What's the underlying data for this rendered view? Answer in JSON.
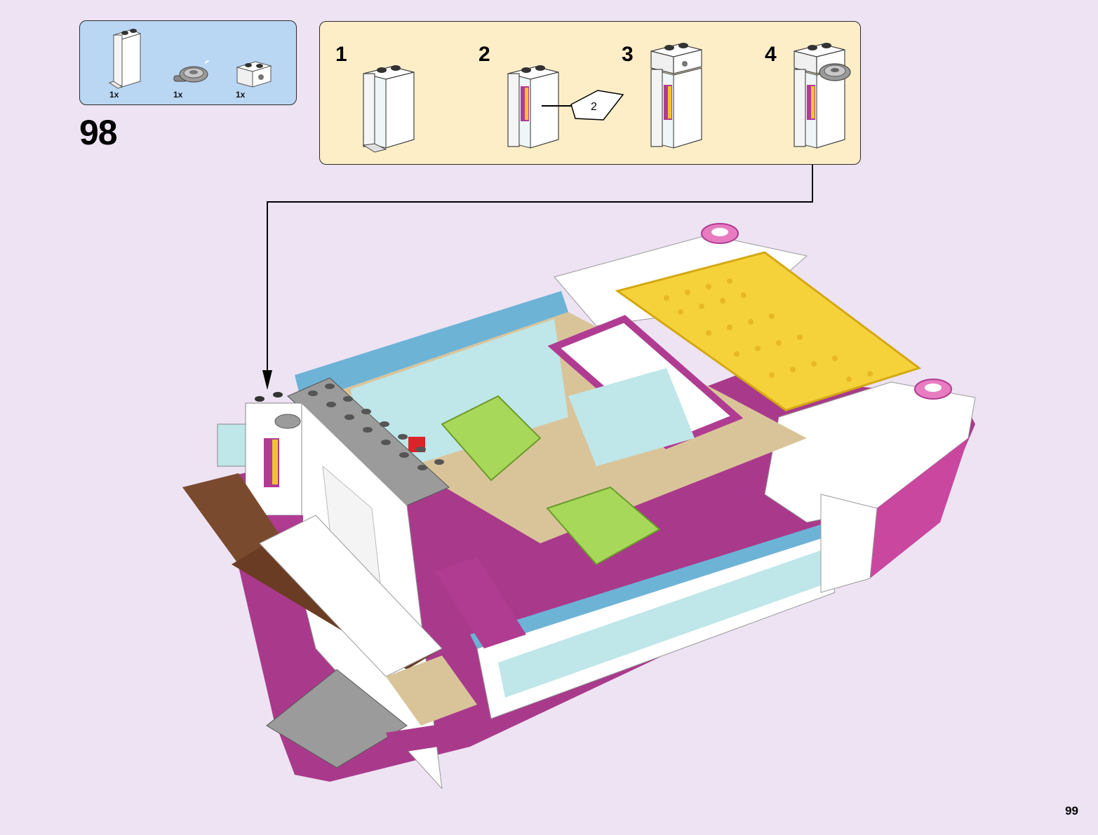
{
  "step": {
    "number": "98"
  },
  "parts": [
    {
      "icon": "white-1x1x3-panel-icon",
      "qty": "1x"
    },
    {
      "icon": "grey-round-dish-icon",
      "qty": "1x"
    },
    {
      "icon": "white-printed-brick-icon",
      "qty": "1x"
    }
  ],
  "substeps": [
    {
      "num": "1"
    },
    {
      "num": "2",
      "callout": "2"
    },
    {
      "num": "3"
    },
    {
      "num": "4"
    }
  ],
  "page": {
    "number": "99"
  },
  "colors": {
    "background": "#ede3f3",
    "parts_panel": "#b9d6f3",
    "substep_panel": "#fdeec8",
    "magenta": "#b03c92",
    "azure": "#6db3d6",
    "lime": "#a8d85a",
    "yellow": "#f5d23a",
    "grey": "#9b9b9b"
  }
}
